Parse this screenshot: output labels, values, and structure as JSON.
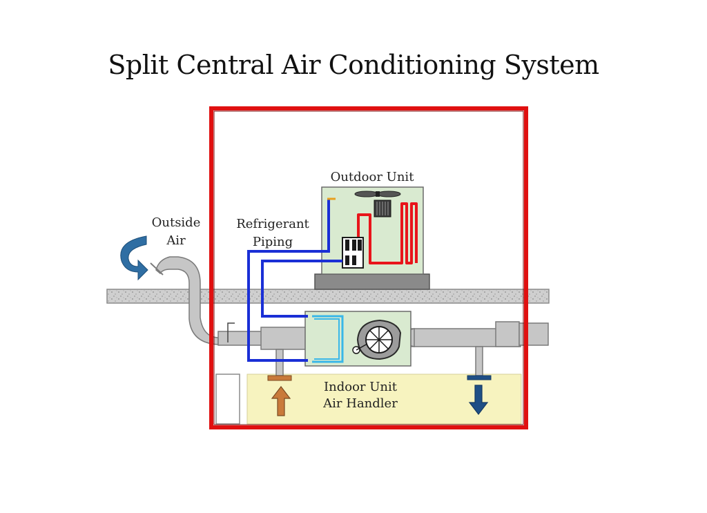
{
  "title": "Split Central Air Conditioning System",
  "labels": {
    "outdoor_unit": "Outdoor Unit",
    "outside_air_1": "Outside",
    "outside_air_2": "Air",
    "refrigerant_1": "Refrigerant",
    "refrigerant_2": "Piping",
    "indoor_1": "Indoor Unit",
    "indoor_2": "Air Handler"
  },
  "colors": {
    "house_wall": "#e01010",
    "refrigerant_cold": "#1a2fd6",
    "refrigerant_hot": "#e8141a",
    "unit_fill": "#d9ead0",
    "duct": "#c0c0c0",
    "floor_space": "#f7f3bf",
    "return_arrow": "#c97a3a",
    "supply_arrow": "#1f4f86",
    "outside_air_arrow": "#2f6ea3"
  }
}
